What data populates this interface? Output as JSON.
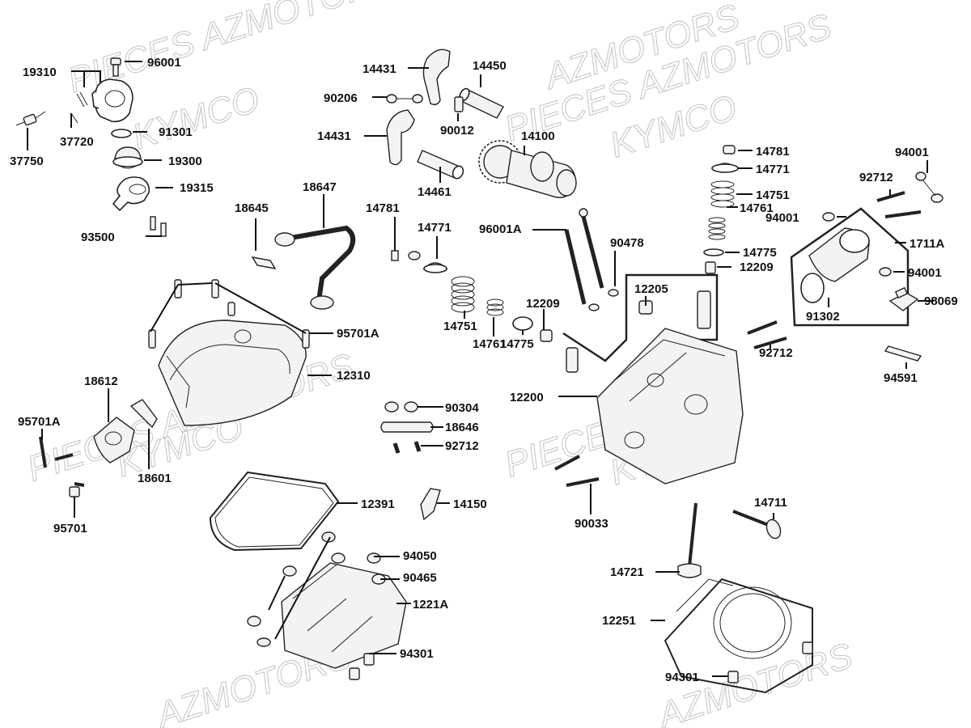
{
  "watermarks": [
    "PIECES AZMOTORS",
    "KYMCO",
    "AZMOTORS",
    "PIECES AZMOTORS",
    "KYMCO",
    "PIECES AZMOTORS",
    "KYMCO",
    "PIECES",
    "KYMCO",
    "AZMOTORS",
    "AZMOTORS"
  ],
  "labels": {
    "p19310": "19310",
    "p96001": "96001",
    "p91301": "91301",
    "p37720": "37720",
    "p37750": "37750",
    "p19300": "19300",
    "p19315": "19315",
    "p93500": "93500",
    "p14431a": "14431",
    "p14450": "14450",
    "p90206": "90206",
    "p90012": "90012",
    "p14431b": "14431",
    "p14100": "14100",
    "p14461": "14461",
    "p14781a": "14781",
    "p14771a": "14771",
    "p14751a": "14751",
    "p14761a": "14761",
    "p14775a": "14775",
    "p12209a": "12209",
    "p94001a": "94001",
    "p92712a": "92712",
    "p94001b": "94001",
    "p1711A": "1711A",
    "p94001c": "94001",
    "p91302": "91302",
    "p98069": "98069",
    "p94591": "94591",
    "p18647": "18647",
    "p18645": "18645",
    "p14781b": "14781",
    "p14771b": "14771",
    "p96001A": "96001A",
    "p90478": "90478",
    "p12205": "12205",
    "p12209b": "12209",
    "p14751b": "14751",
    "p14761b": "14761",
    "p14775b": "14775",
    "p95701Aa": "95701A",
    "p12310": "12310",
    "p92712b": "92712",
    "p12200": "12200",
    "p18612": "18612",
    "p95701Ab": "95701A",
    "p18601": "18601",
    "p90304": "90304",
    "p18646": "18646",
    "p92712c": "92712",
    "p95701": "95701",
    "p12391": "12391",
    "p14150": "14150",
    "p90033": "90033",
    "p14711": "14711",
    "p94050": "94050",
    "p90465": "90465",
    "p1221A": "1221A",
    "p14721": "14721",
    "p12251": "12251",
    "p94301a": "94301",
    "p94301b": "94301"
  }
}
